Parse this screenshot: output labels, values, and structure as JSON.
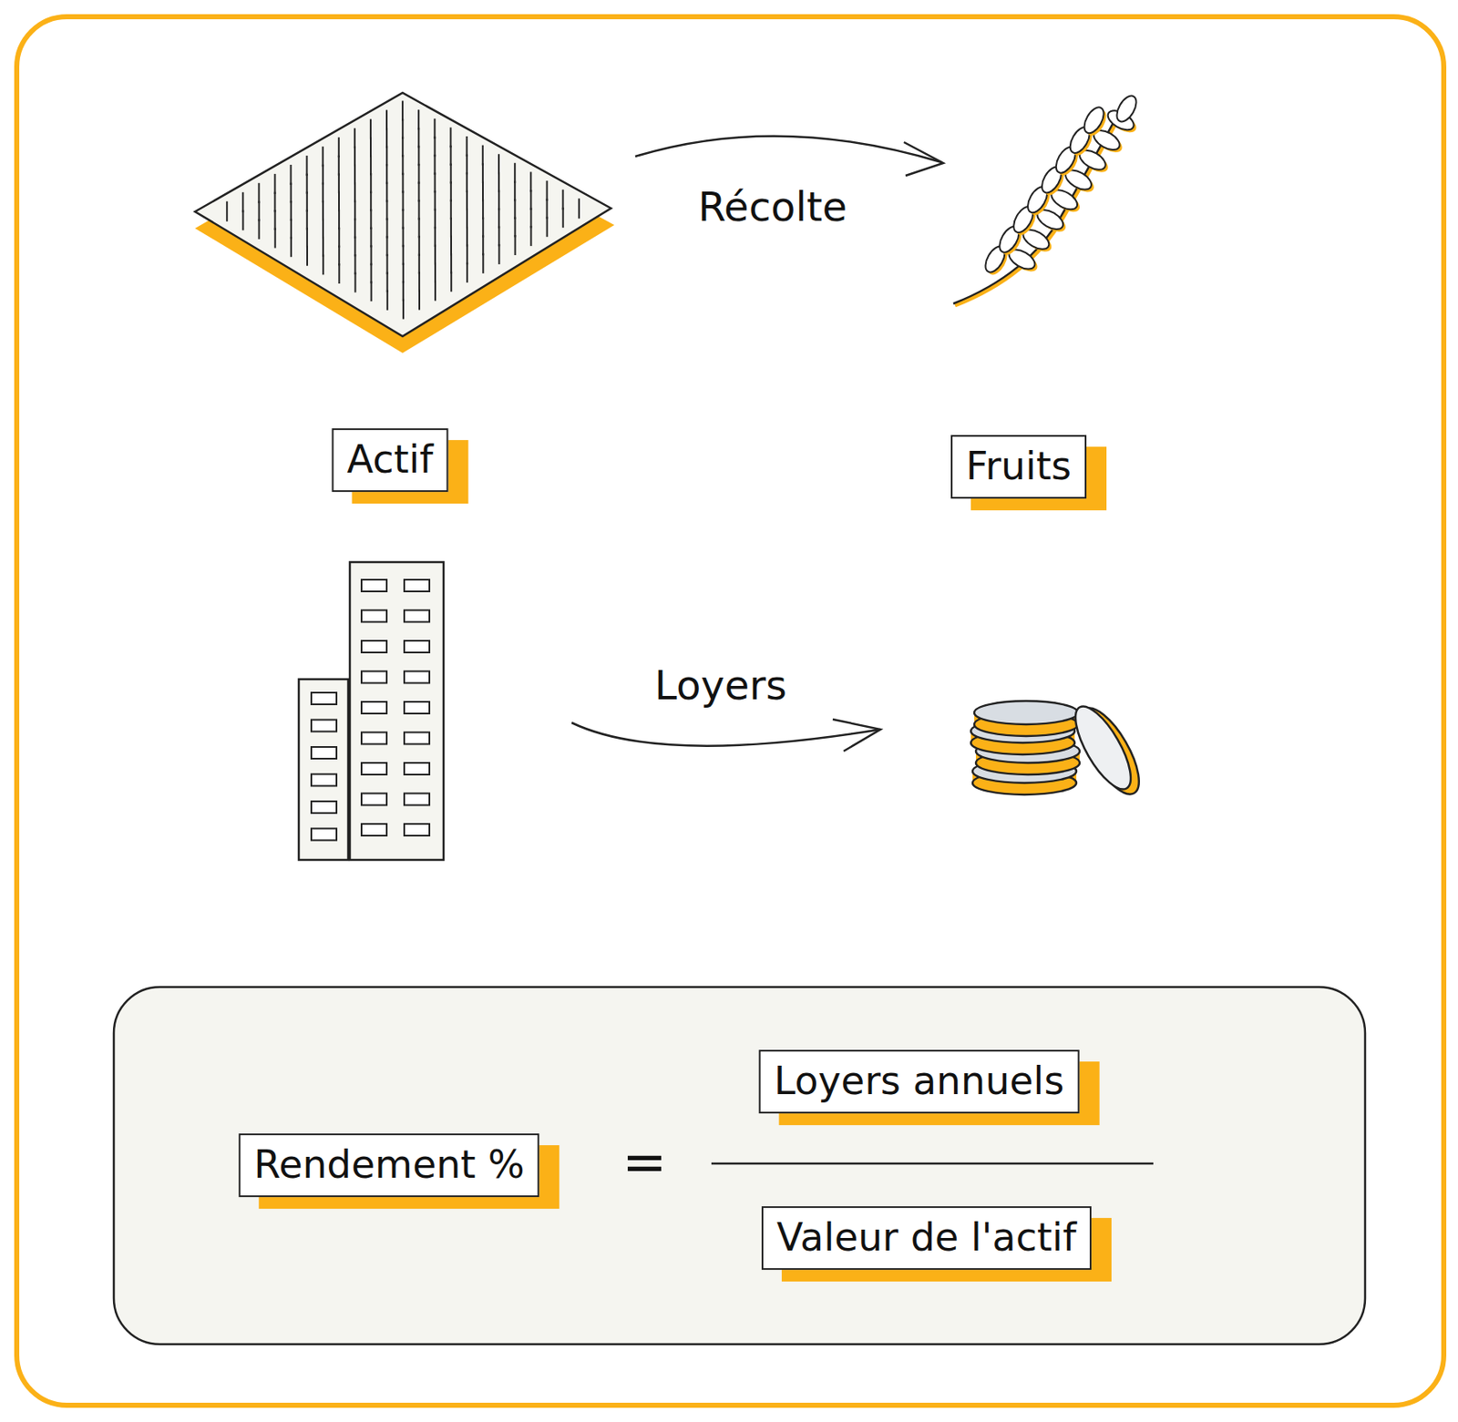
{
  "diagram": {
    "nodes": [
      {
        "text": [
          "Actif"
        ]
      },
      {
        "text": [
          "Fruits"
        ]
      },
      {
        "text": [
          "Rendement %"
        ]
      },
      {
        "text": [
          "Loyers annuels"
        ]
      },
      {
        "text": [
          "Valeur de l'actif"
        ]
      }
    ],
    "edges": [],
    "labels": [
      "Récolte",
      "Loyers",
      "="
    ]
  }
}
